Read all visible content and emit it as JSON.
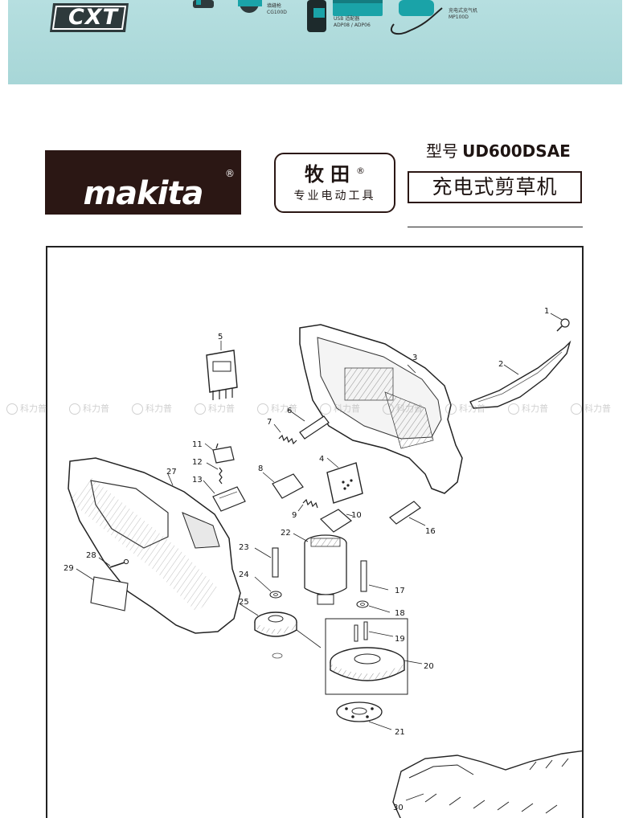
{
  "banner": {
    "logo_text": "CXT",
    "tool_captions": [
      {
        "name": "填缝枪",
        "model": "CG100D"
      },
      {
        "name": "USB 适配器",
        "model": "ADP08 / ADP06"
      },
      {
        "name": "充电式充气机",
        "model": "MP100D"
      }
    ],
    "colors": {
      "background": "#a7d6d7",
      "accent": "#1aa3a8"
    }
  },
  "header": {
    "brand_logo_text": "makita",
    "registered_mark": "®",
    "cn_brand": "牧田",
    "cn_tagline": "专业电动工具",
    "model_label": "型号",
    "model_number": "UD600DSAE",
    "product_name": "充电式剪草机",
    "colors": {
      "brand_box": "#2b1714"
    }
  },
  "diagram": {
    "callouts": [
      "1",
      "2",
      "3",
      "4",
      "5",
      "6",
      "7",
      "8",
      "9",
      "10",
      "11",
      "12",
      "13",
      "16",
      "17",
      "18",
      "19",
      "20",
      "21",
      "22",
      "23",
      "24",
      "25",
      "27",
      "28",
      "29",
      "30"
    ]
  },
  "watermark": {
    "text": "科力普",
    "count": 10
  }
}
